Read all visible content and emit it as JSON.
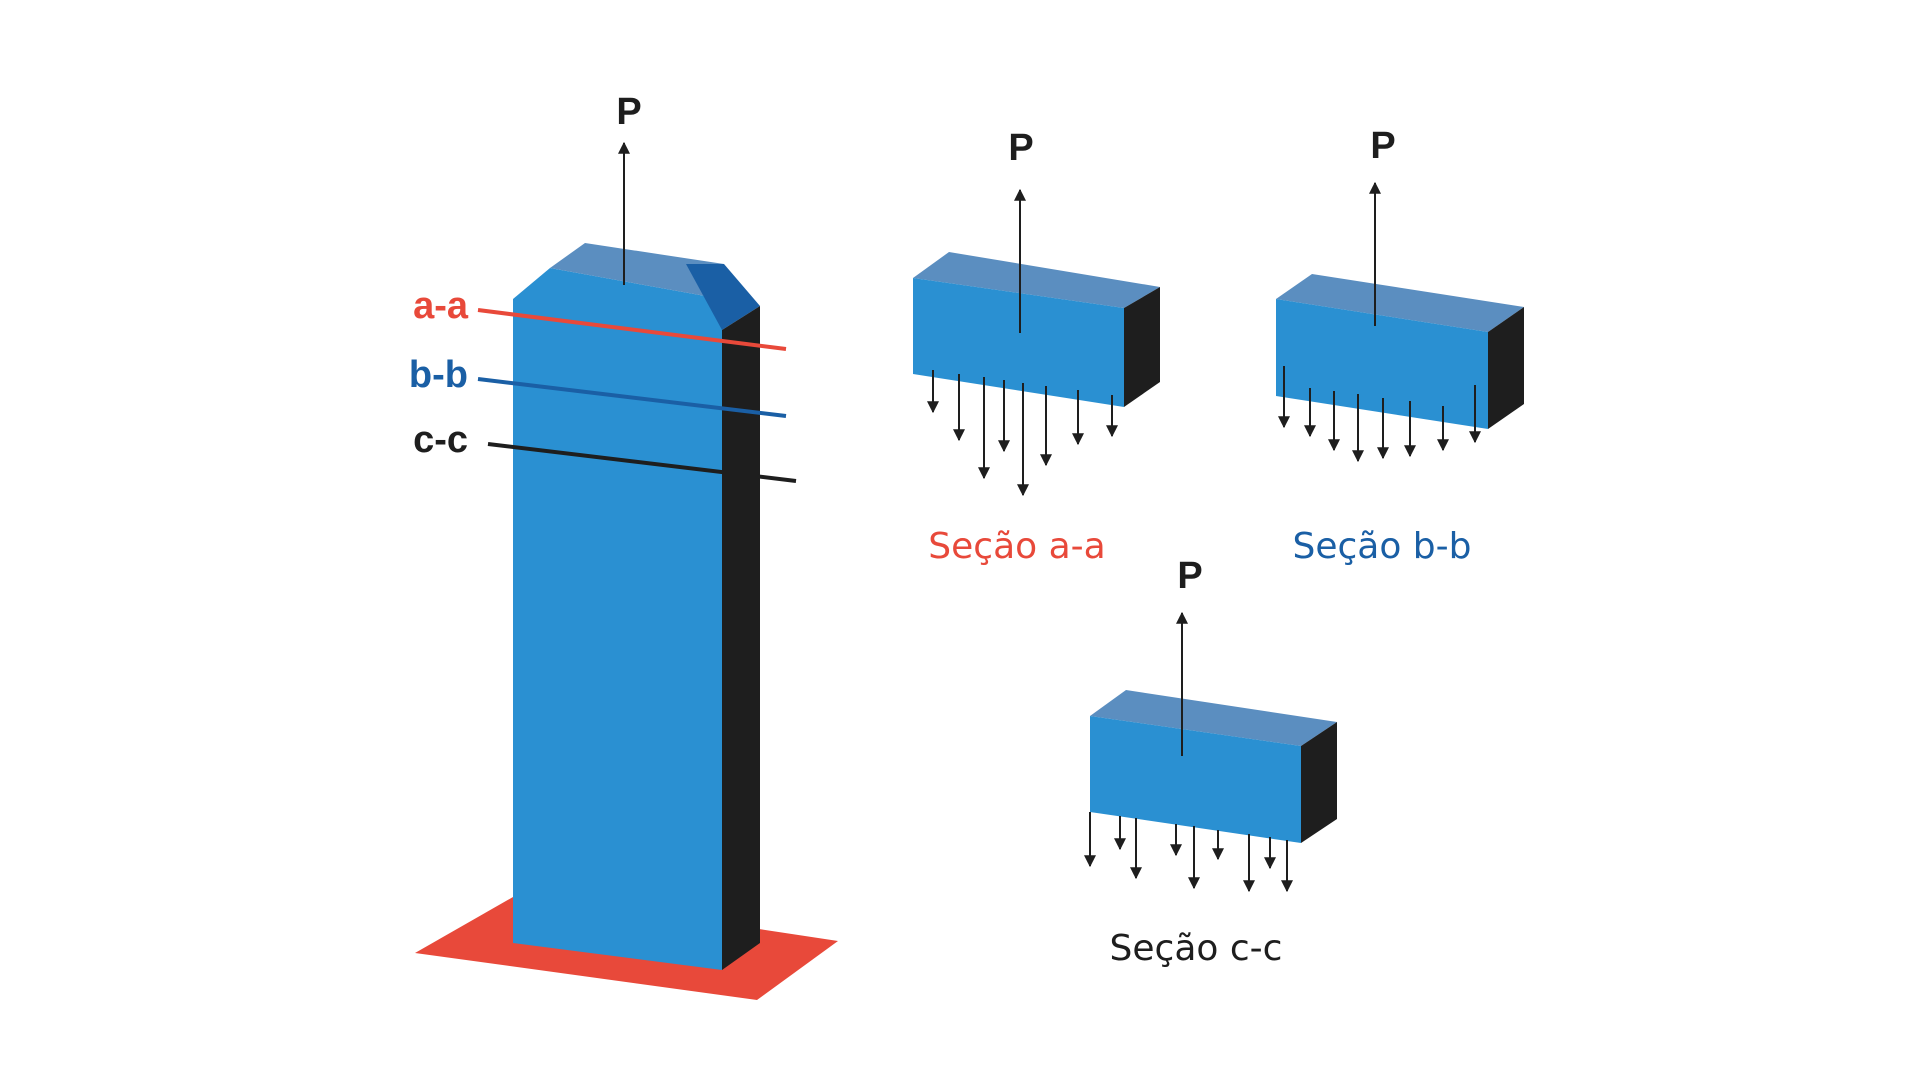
{
  "column": {
    "load_label": "P",
    "cuts": [
      {
        "label": "a-a",
        "color": "#E8493A"
      },
      {
        "label": "b-b",
        "color": "#1A5FA5"
      },
      {
        "label": "c-c",
        "color": "#1E1E1E"
      }
    ]
  },
  "sections": [
    {
      "load_label": "P",
      "caption": "Seção a-a",
      "caption_color": "#E8493A"
    },
    {
      "load_label": "P",
      "caption": "Seção b-b",
      "caption_color": "#1A5FA5"
    },
    {
      "load_label": "P",
      "caption": "Seção c-c",
      "caption_color": "#1E1E1E"
    }
  ],
  "colors": {
    "front_face": "#2A90D2",
    "top_face": "#5B8EC0",
    "chamfer_face": "#1A5FA5",
    "side_face": "#1E1E1E",
    "base_plate": "#E8493A"
  }
}
